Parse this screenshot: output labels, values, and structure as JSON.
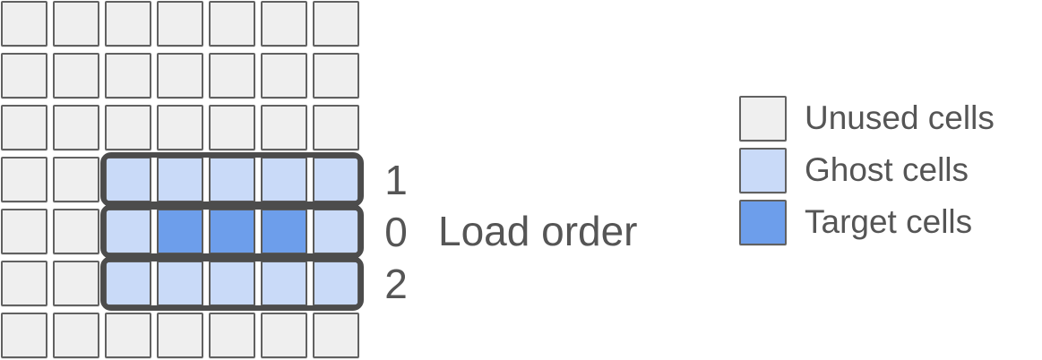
{
  "figure": {
    "caption": "Load order",
    "grid": {
      "rows": 7,
      "cols": 7,
      "cell_types": [
        [
          "unused",
          "unused",
          "unused",
          "unused",
          "unused",
          "unused",
          "unused"
        ],
        [
          "unused",
          "unused",
          "unused",
          "unused",
          "unused",
          "unused",
          "unused"
        ],
        [
          "unused",
          "unused",
          "unused",
          "unused",
          "unused",
          "unused",
          "unused"
        ],
        [
          "unused",
          "unused",
          "ghost",
          "ghost",
          "ghost",
          "ghost",
          "ghost"
        ],
        [
          "unused",
          "unused",
          "ghost",
          "target",
          "target",
          "target",
          "ghost"
        ],
        [
          "unused",
          "unused",
          "ghost",
          "ghost",
          "ghost",
          "ghost",
          "ghost"
        ],
        [
          "unused",
          "unused",
          "unused",
          "unused",
          "unused",
          "unused",
          "unused"
        ]
      ]
    },
    "groups": [
      {
        "row": 3,
        "label": "1"
      },
      {
        "row": 4,
        "label": "0"
      },
      {
        "row": 5,
        "label": "2"
      }
    ]
  },
  "legend": {
    "items": [
      {
        "name": "unused",
        "label": "Unused cells",
        "color": "#efefef"
      },
      {
        "name": "ghost",
        "label": "Ghost cells",
        "color": "#c9daf8"
      },
      {
        "name": "target",
        "label": "Target cells",
        "color": "#6d9eeb"
      }
    ]
  },
  "colors": {
    "unused": "#efefef",
    "ghost": "#c9daf8",
    "target": "#6d9eeb",
    "cell_border": "#616161",
    "group_outline": "#4c4c4c",
    "text": "#555555"
  }
}
